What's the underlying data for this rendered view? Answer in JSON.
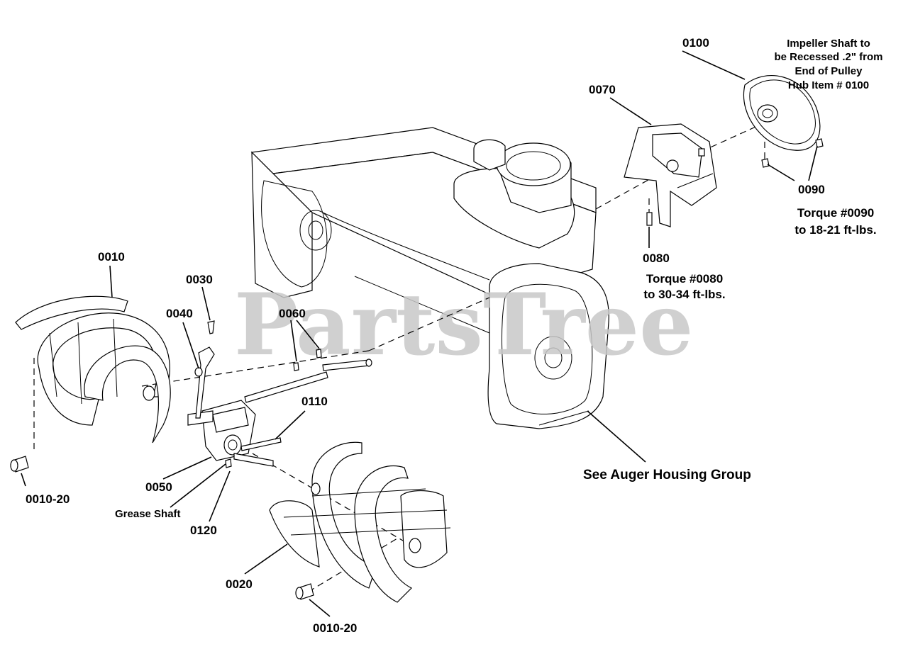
{
  "watermark": "PartsTree",
  "labels": {
    "p0010": "0010",
    "p0010_20_left": "0010-20",
    "p0010_20_bottom": "0010-20",
    "p0020": "0020",
    "p0030": "0030",
    "p0040": "0040",
    "p0050": "0050",
    "p0060": "0060",
    "p0070": "0070",
    "p0080": "0080",
    "p0090": "0090",
    "p0100": "0100",
    "p0110": "0110",
    "p0120": "0120",
    "grease_shaft": "Grease Shaft",
    "see_auger_housing": "See Auger Housing Group"
  },
  "notes": {
    "impeller": [
      "Impeller Shaft to",
      "be Recessed .2\" from",
      "End of Pulley",
      "Hub Item # 0100"
    ],
    "torque_0090": [
      "Torque #0090",
      "to 18-21 ft-lbs."
    ],
    "torque_0080": [
      "Torque #0080",
      "to 30-34 ft-lbs."
    ]
  }
}
